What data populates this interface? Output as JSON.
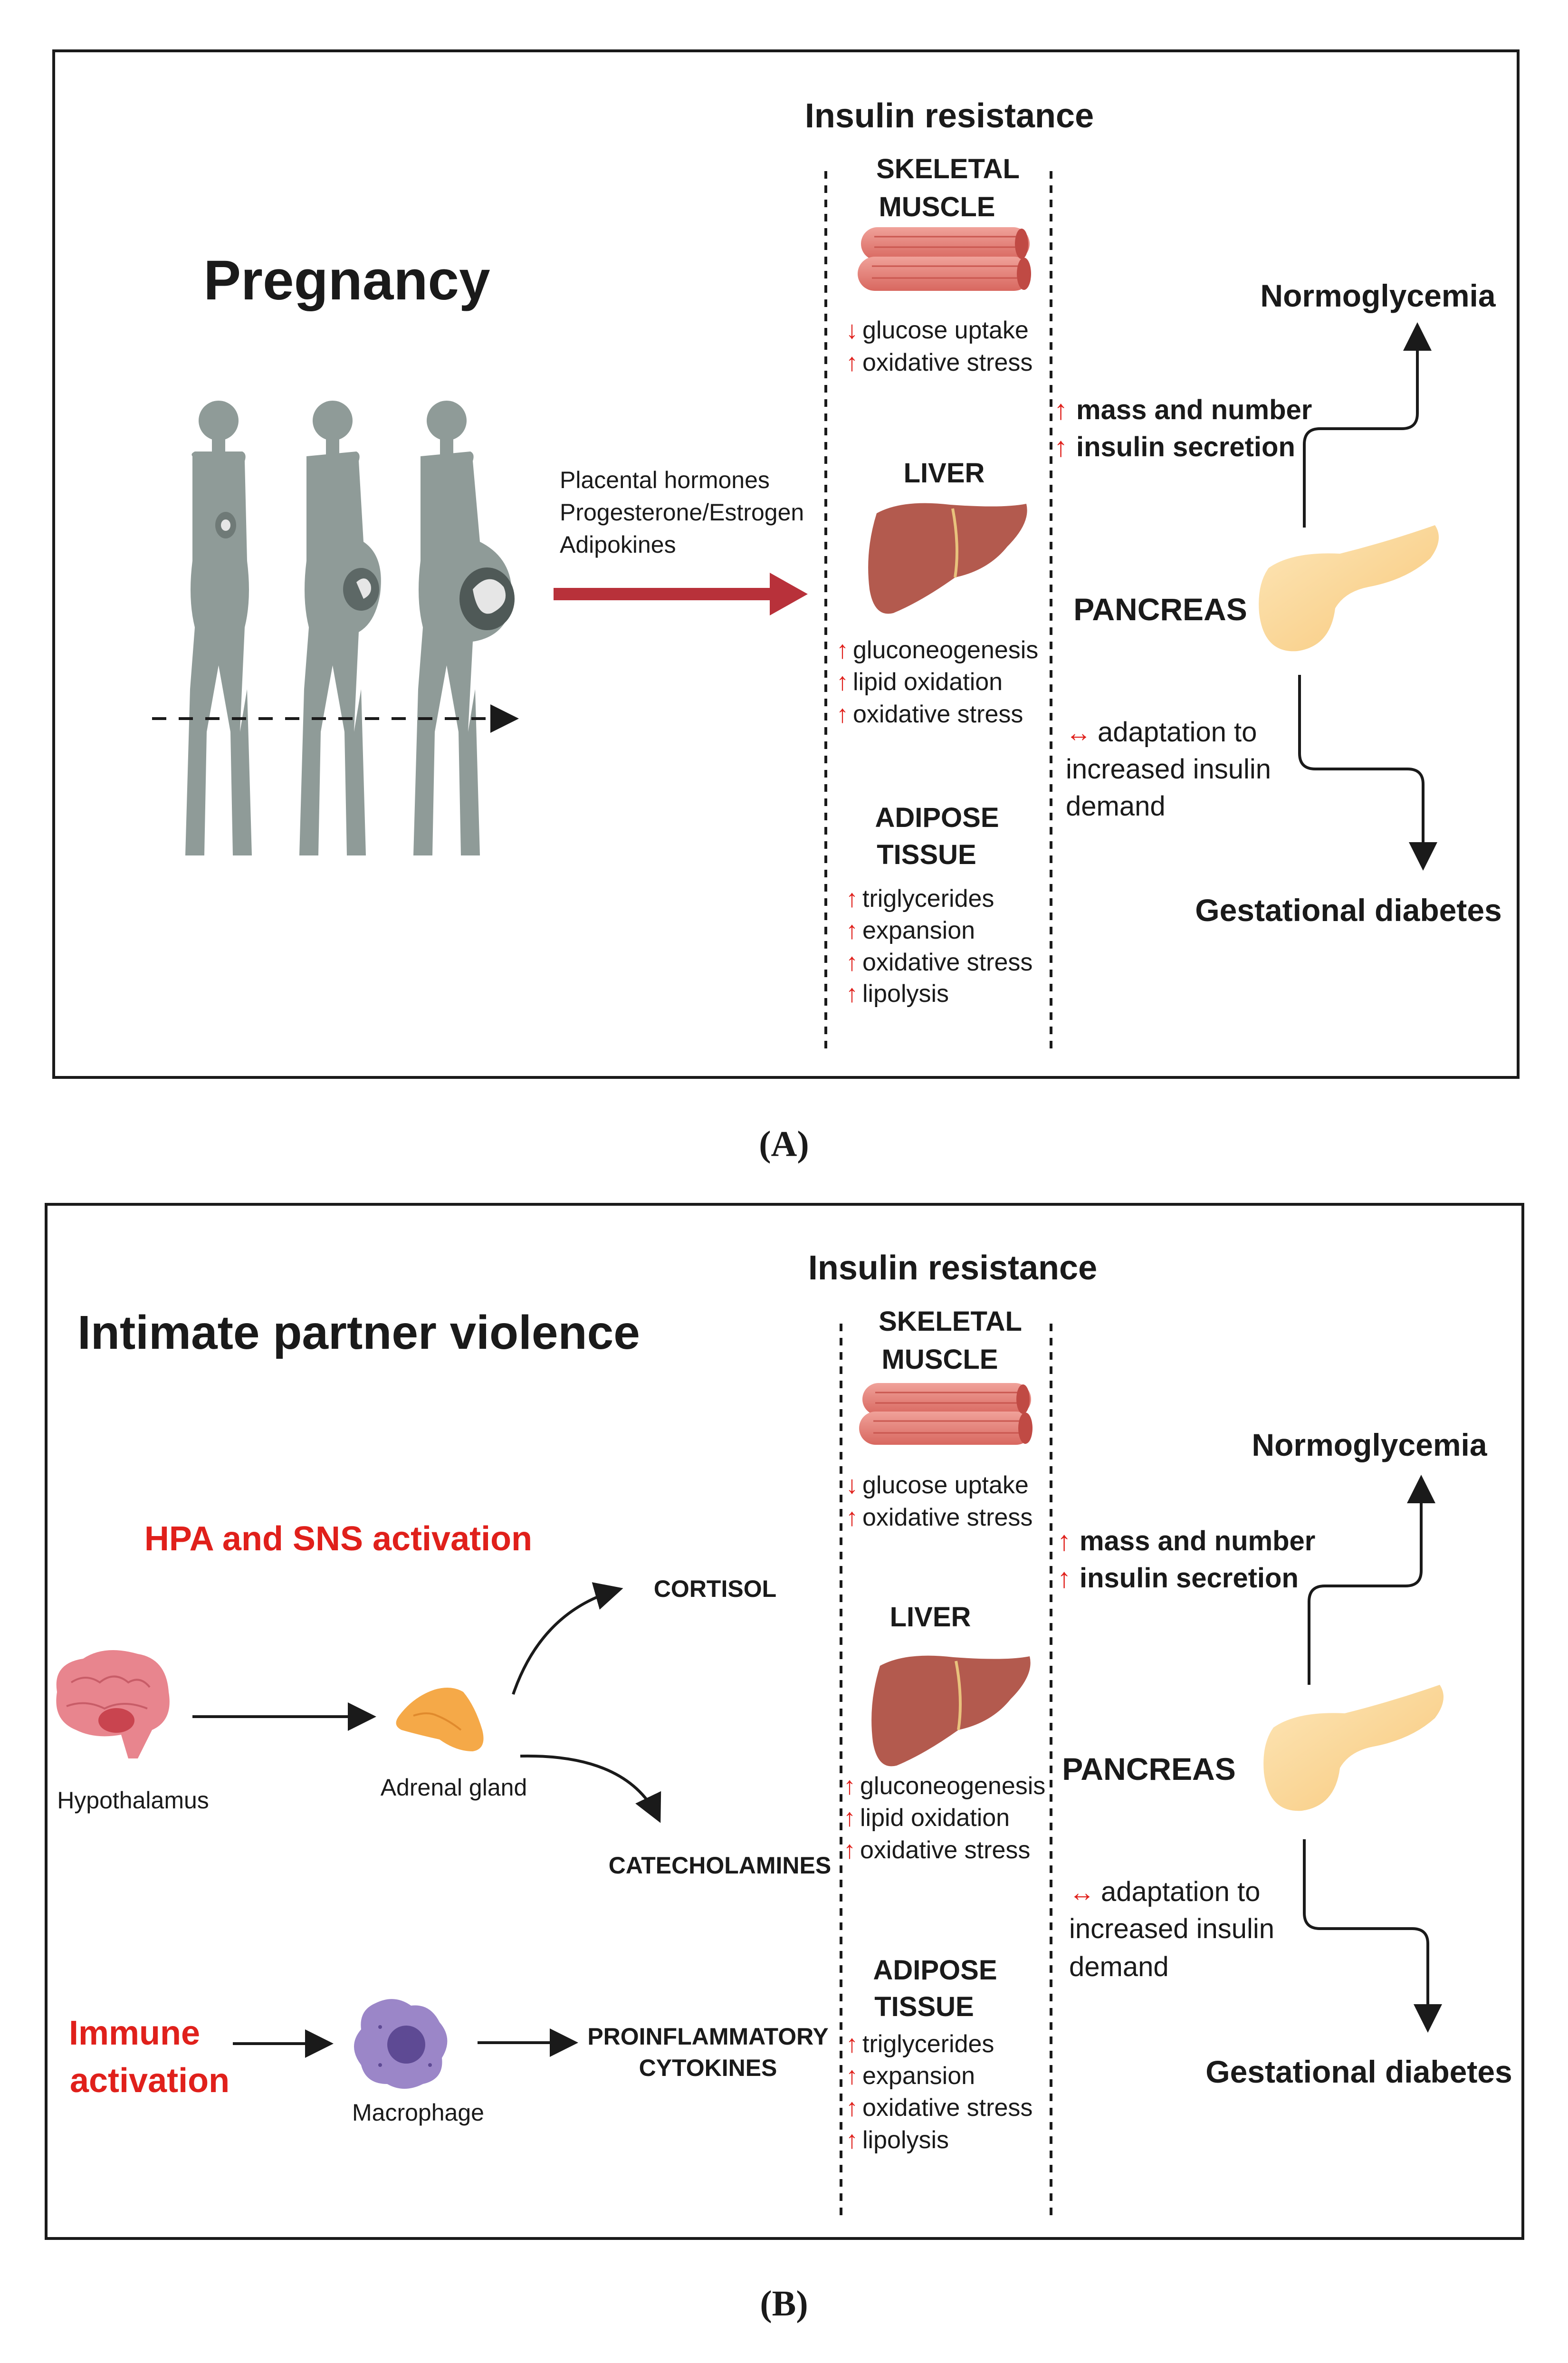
{
  "colors": {
    "red_text": "#e0201b",
    "red_arrow": "#b8313a",
    "muscle": "#e0776e",
    "liver": "#b35a4e",
    "pancreas": "#fbd79b",
    "brain": "#e8858e",
    "adrenal": "#f5a948",
    "macrophage": "#9b86c8",
    "silhouette": "#8f9b98"
  },
  "icons": [
    "pregnant-silhouette-icon",
    "muscle-icon",
    "liver-icon",
    "pancreas-icon",
    "brain-icon",
    "adrenal-gland-icon",
    "macrophage-icon"
  ],
  "common": {
    "insulin_resistance": "Insulin resistance",
    "skeletal_muscle_1": "SKELETAL",
    "skeletal_muscle_2": "MUSCLE",
    "muscle_effects": [
      "glucose uptake",
      "oxidative stress"
    ],
    "liver": "LIVER",
    "liver_effects": [
      "gluconeogenesis",
      "lipid oxidation",
      "oxidative stress"
    ],
    "adipose_1": "ADIPOSE",
    "adipose_2": "TISSUE",
    "adipose_effects": [
      "triglycerides",
      "expansion",
      "oxidative stress",
      "lipolysis"
    ],
    "normoglycemia": "Normoglycemia",
    "mass_and_number": "mass and number",
    "insulin_secretion": "insulin secretion",
    "pancreas": "PANCREAS",
    "adaptation_1": "adaptation to",
    "adaptation_2": "increased insulin",
    "adaptation_3": "demand",
    "gestational_diabetes": "Gestational diabetes",
    "up": "↑",
    "down": "↓",
    "both": "↔"
  },
  "panel_a": {
    "title": "Pregnancy",
    "hormones": [
      "Placental hormones",
      "Progesterone/Estrogen",
      "Adipokines"
    ],
    "label": "(A)"
  },
  "panel_b": {
    "title": "Intimate partner violence",
    "hpa": "HPA and SNS activation",
    "hypothalamus": "Hypothalamus",
    "adrenal": "Adrenal gland",
    "cortisol": "CORTISOL",
    "catecholamines": "CATECHOLAMINES",
    "immune_1": "Immune",
    "immune_2": "activation",
    "macrophage": "Macrophage",
    "cytokines_1": "PROINFLAMMATORY",
    "cytokines_2": "CYTOKINES",
    "label": "(B)"
  }
}
